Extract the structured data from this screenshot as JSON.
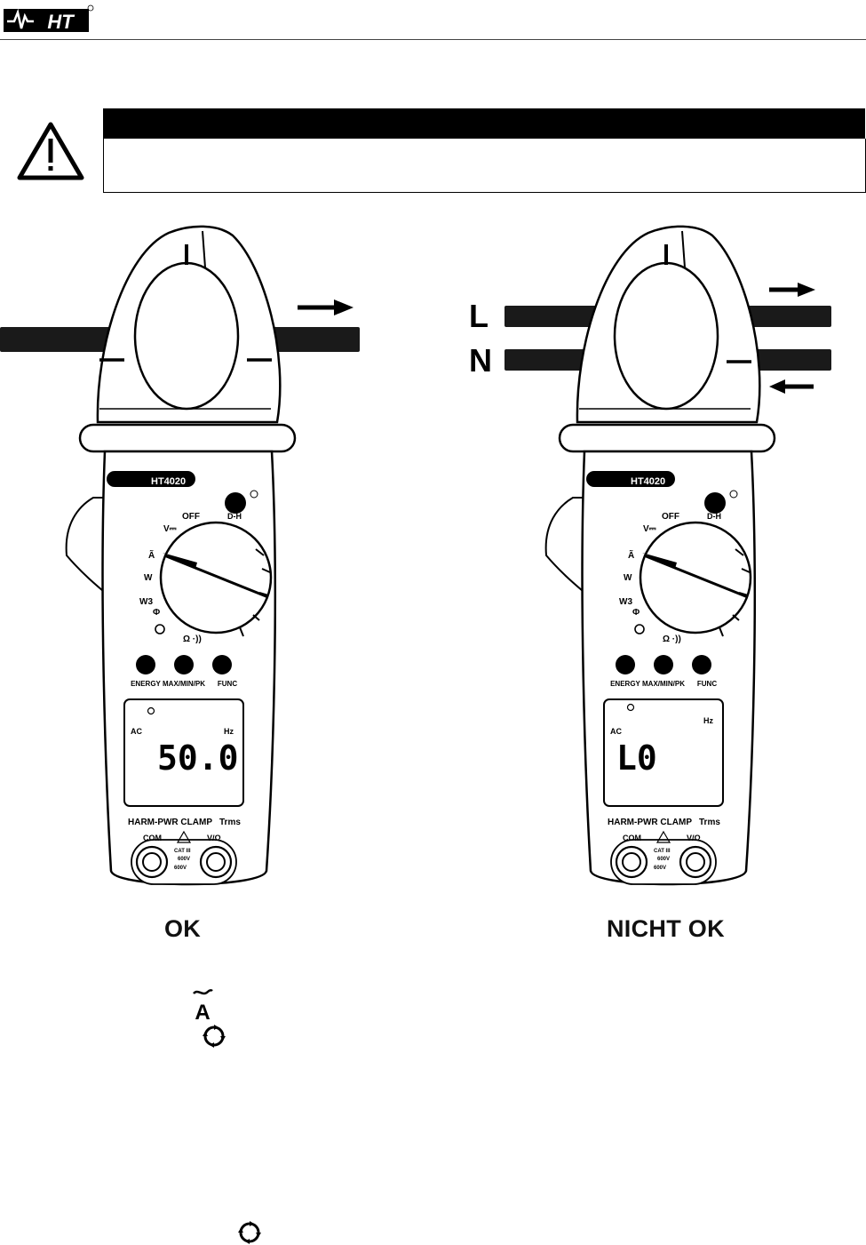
{
  "header": {
    "logo_text": "HT"
  },
  "warning": {
    "icon": "warning-triangle-icon"
  },
  "meters": [
    {
      "model": "HT4020",
      "dial": {
        "off": "OFF",
        "v": "V⎓",
        "a": "Ã",
        "w": "W",
        "w3": "W3",
        "phi": "Φ",
        "ohm": "Ω ·))"
      },
      "light_button": "D-H",
      "buttons": [
        "ENERGY",
        "MAX/MIN/PK",
        "FUNC"
      ],
      "display": {
        "ac": "AC",
        "hz": "Hz",
        "value": "50.0"
      },
      "brand": "HARM-PWR CLAMP",
      "trms": "Trms",
      "jacks": {
        "com": "COM",
        "vo": "V/Ω",
        "cat": "CAT III",
        "v1": "600V",
        "v2": "600V"
      }
    },
    {
      "model": "HT4020",
      "dial": {
        "off": "OFF",
        "v": "V⎓",
        "a": "Ã",
        "w": "W",
        "w3": "W3",
        "phi": "Φ",
        "ohm": "Ω ·))"
      },
      "light_button": "D-H",
      "buttons": [
        "ENERGY",
        "MAX/MIN/PK",
        "FUNC"
      ],
      "display": {
        "ac": "AC",
        "hz": "Hz",
        "value": "L0"
      },
      "brand": "HARM-PWR CLAMP",
      "trms": "Trms",
      "jacks": {
        "com": "COM",
        "vo": "V/Ω",
        "cat": "CAT III",
        "v1": "600V",
        "v2": "600V"
      }
    }
  ],
  "conductors": {
    "l": "L",
    "n": "N"
  },
  "captions": {
    "ok": "OK",
    "not_ok": "NICHT OK"
  },
  "inline_symbols": {
    "a_tilde": "A"
  }
}
